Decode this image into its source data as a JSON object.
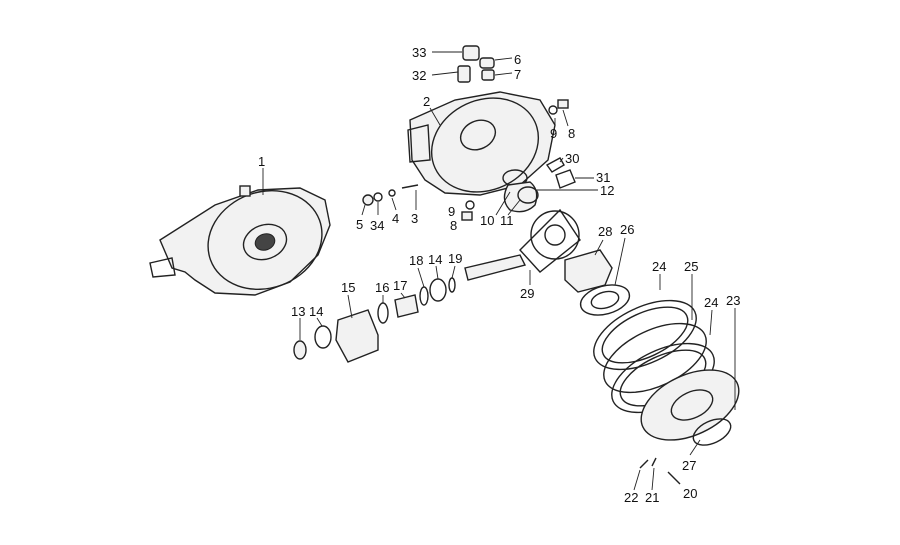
{
  "callouts": {
    "c1": "1",
    "c2": "2",
    "c3": "3",
    "c4": "4",
    "c5": "5",
    "c6": "6",
    "c7": "7",
    "c8a": "8",
    "c8b": "8",
    "c9a": "9",
    "c9b": "9",
    "c10": "10",
    "c11": "11",
    "c12": "12",
    "c13": "13",
    "c14a": "14",
    "c14b": "14",
    "c15": "15",
    "c16": "16",
    "c17": "17",
    "c18": "18",
    "c19": "19",
    "c20": "20",
    "c21": "21",
    "c22": "22",
    "c23": "23",
    "c24a": "24",
    "c24b": "24",
    "c25": "25",
    "c26": "26",
    "c27": "27",
    "c28": "28",
    "c29": "29",
    "c30": "30",
    "c31": "31",
    "c32": "32",
    "c33": "33",
    "c34": "34"
  },
  "colors": {
    "ink": "#222222",
    "paper": "#ffffff"
  }
}
